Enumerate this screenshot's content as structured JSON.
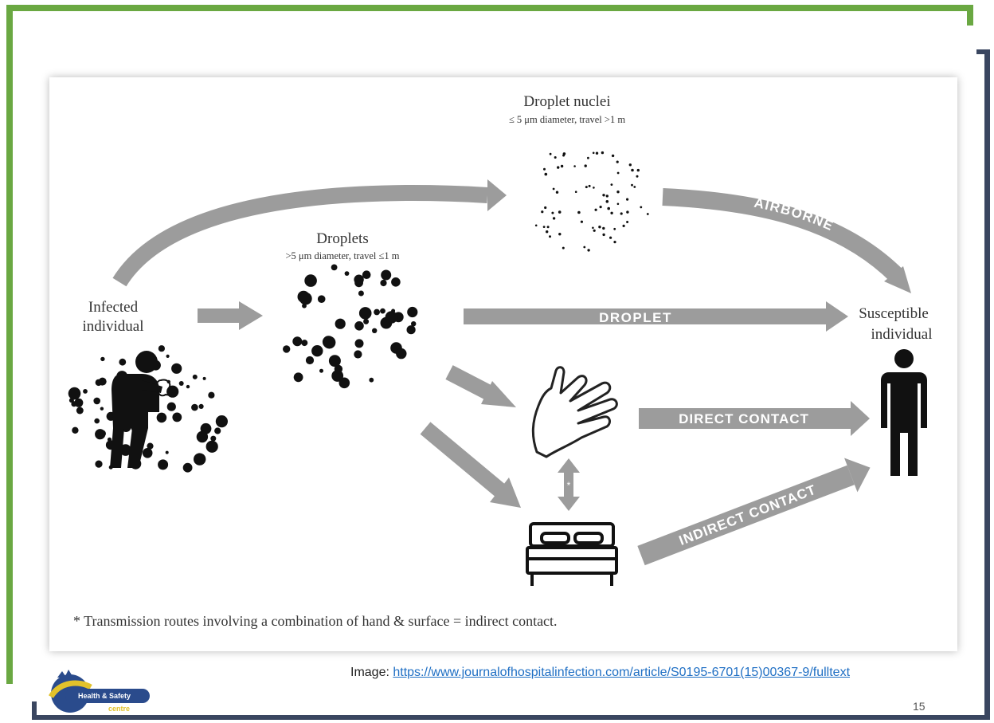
{
  "diagram": {
    "droplet_nuclei": {
      "title": "Droplet nuclei",
      "subtitle": "≤ 5 μm diameter, travel >1 m"
    },
    "droplets": {
      "title": "Droplets",
      "subtitle": ">5 μm diameter, travel ≤1 m"
    },
    "infected": {
      "line1": "Infected",
      "line2": "individual"
    },
    "susceptible": {
      "line1": "Susceptible",
      "line2": "individual"
    },
    "routes": {
      "airborne": "AIRBORNE",
      "droplet": "DROPLET",
      "direct_contact": "DIRECT CONTACT",
      "indirect_contact": "INDIRECT CONTACT"
    },
    "hand_surface_marker": "*",
    "footnote": "* Transmission routes involving a combination of hand & surface = indirect contact."
  },
  "credit": {
    "prefix": "Image: ",
    "link": "https://www.journalofhospitalinfection.com/article/S0195-6701(15)00367-9/fulltext"
  },
  "page_number": "15",
  "logo": {
    "text_1": "Health & Safety",
    "text_2": "centre"
  },
  "colors": {
    "frame_green": "#6aa842",
    "frame_navy": "#3a4660",
    "arrow_grey": "#9c9c9c",
    "link_blue": "#1f6fc4"
  }
}
